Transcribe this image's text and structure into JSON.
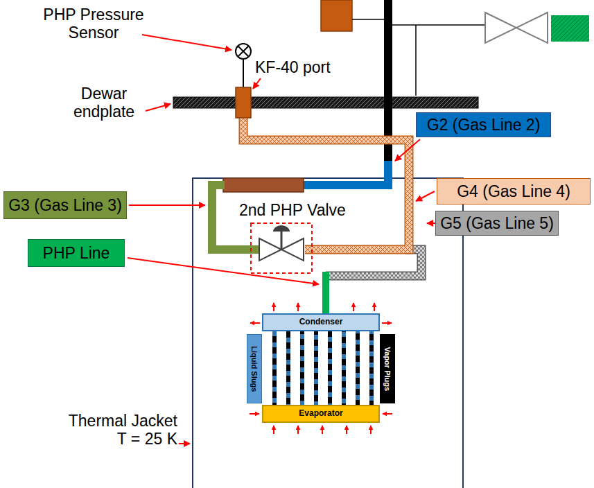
{
  "diagram": {
    "nodes": [
      {
        "text": [
          "G2 (Gas Line 2)"
        ]
      },
      {
        "text": [
          "G3 (Gas Line 3)"
        ]
      },
      {
        "text": [
          "G4 (Gas Line 4)"
        ]
      },
      {
        "text": [
          "G5 (Gas Line 5)"
        ]
      },
      {
        "text": [
          "PHP Line"
        ]
      },
      {
        "text": [
          "Condenser"
        ]
      },
      {
        "text": [
          "Liquid Slugs"
        ]
      },
      {
        "text": [
          "Vapor Plugs"
        ]
      },
      {
        "text": [
          "Evaporator"
        ]
      }
    ],
    "labels": [
      "PHP Pressure Sensor",
      "KF-40 port",
      "Dewar endplate",
      "2nd PHP Valve",
      "Thermal Jacket T = 25 K"
    ]
  }
}
